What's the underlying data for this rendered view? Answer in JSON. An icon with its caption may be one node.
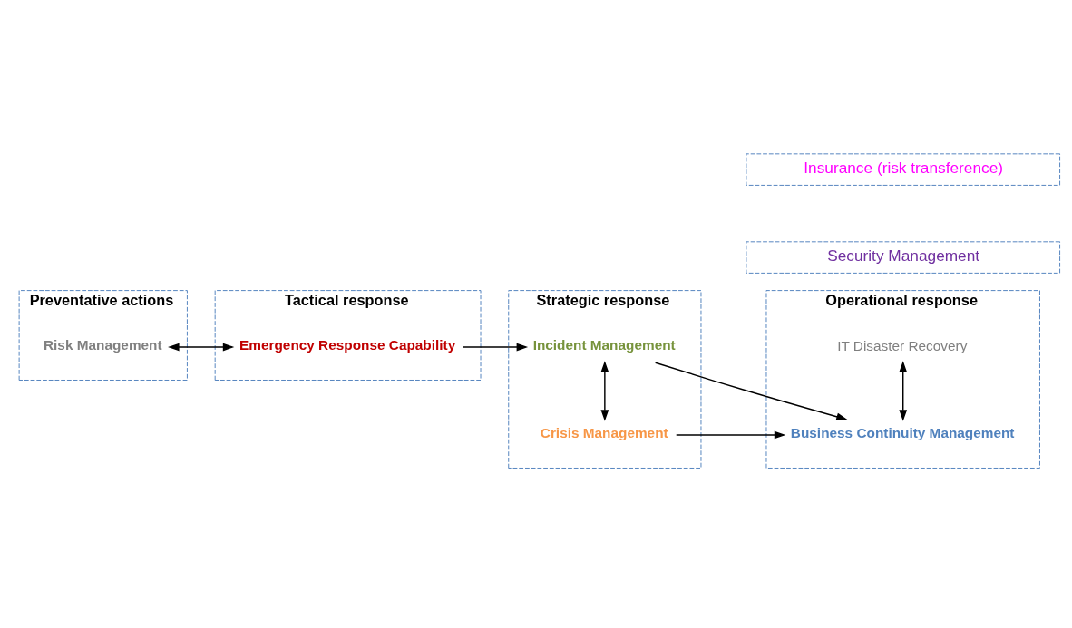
{
  "diagram": {
    "nodes": [
      {
        "text": [
          "Preventative actions"
        ]
      },
      {
        "text": [
          "Risk Management"
        ],
        "in": 0
      },
      {
        "text": [
          "Tactical response"
        ]
      },
      {
        "text": [
          "Emergency Response Capability"
        ],
        "in": 2
      },
      {
        "text": [
          "Strategic response"
        ]
      },
      {
        "text": [
          "Crisis Management"
        ],
        "in": 4
      },
      {
        "text": [
          "Incident Management"
        ],
        "in": 4
      },
      {
        "text": [
          "Operational response"
        ]
      },
      {
        "text": [
          "Business Continuity Management"
        ],
        "in": 7
      },
      {
        "text": [
          "IT Disaster Recovery"
        ],
        "in": 7
      },
      {
        "text": [
          "Security Management"
        ]
      },
      {
        "text": [
          "Insurance (risk transference)"
        ]
      }
    ],
    "edges": [
      {
        "from": 1,
        "to": 3,
        "arrow": "both"
      },
      {
        "from": 3,
        "to": 6,
        "arrow": "to"
      },
      {
        "from": 5,
        "to": 6,
        "arrow": "both"
      },
      {
        "from": 5,
        "to": 8,
        "arrow": "to"
      },
      {
        "from": 6,
        "to": 8,
        "arrow": "to"
      },
      {
        "from": 8,
        "to": 9,
        "arrow": "both"
      }
    ]
  }
}
